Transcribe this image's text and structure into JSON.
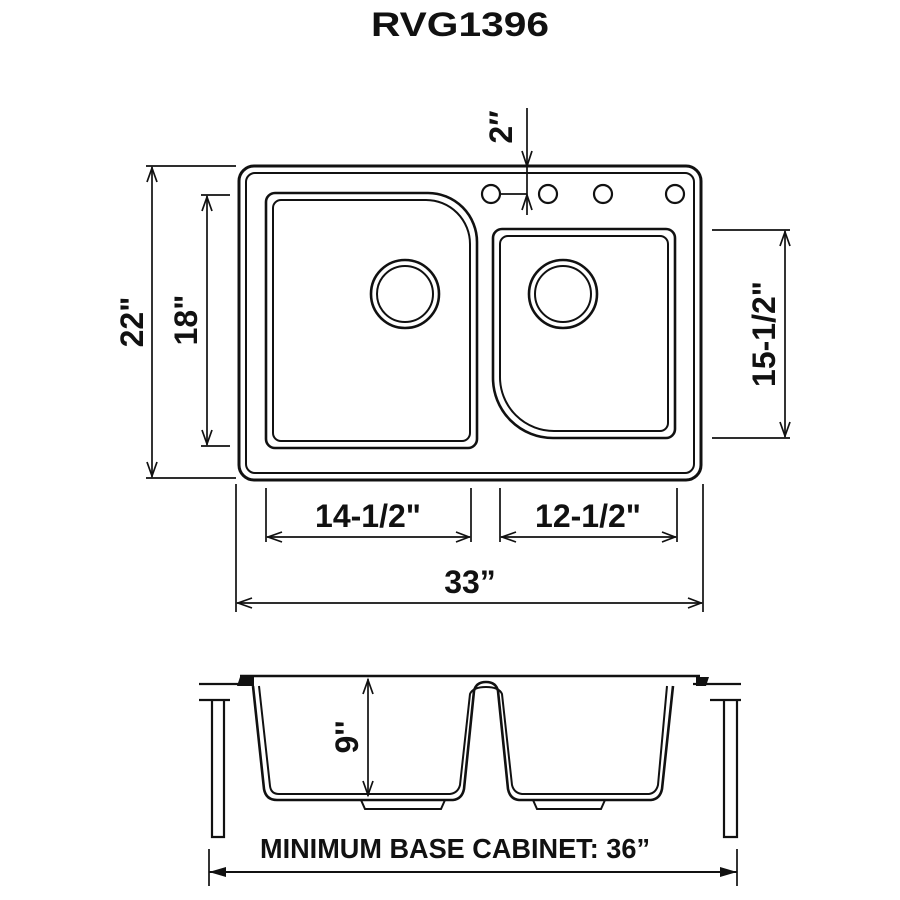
{
  "title": "RVG1396",
  "colors": {
    "line": "#111111",
    "background": "#ffffff"
  },
  "top_view": {
    "faucet_hole_count": 4,
    "dim_hole_setback": "2″",
    "dim_overall_depth": "22\"",
    "dim_left_bowl_length": "18\"",
    "dim_right_bowl_length": "15-1/2\"",
    "dim_left_bowl_width": "14-1/2\"",
    "dim_right_bowl_width": "12-1/2\"",
    "dim_overall_width": "33”"
  },
  "side_view": {
    "dim_bowl_depth": "9''",
    "cabinet_note": "MINIMUM BASE CABINET: 36”"
  }
}
